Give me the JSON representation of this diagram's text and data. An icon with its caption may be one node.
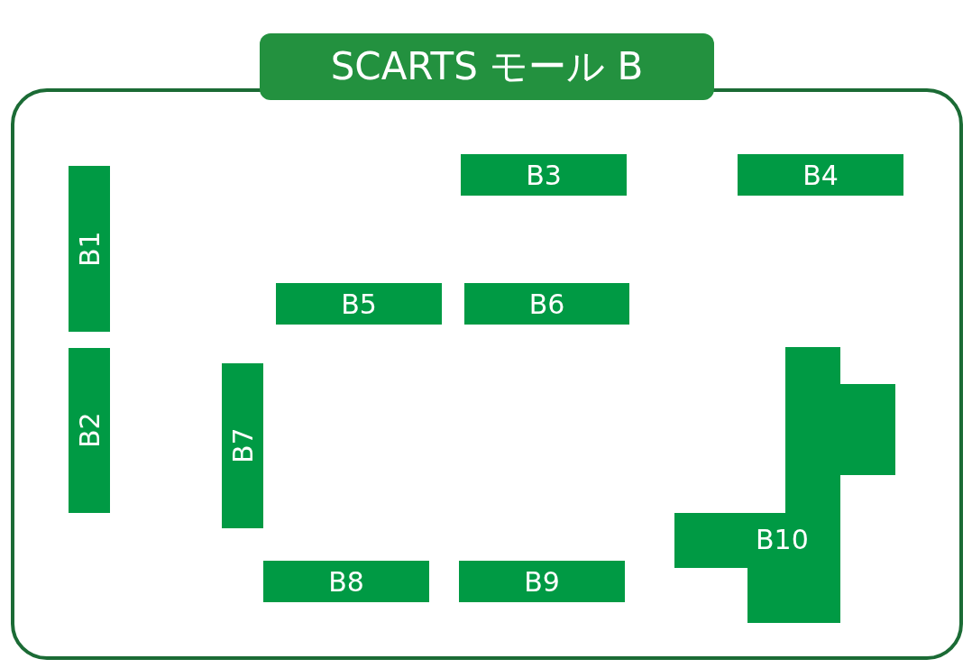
{
  "diagram": {
    "nodes": [
      {
        "text": [
          "SCARTS モール B"
        ]
      },
      {
        "text": [
          "B1"
        ],
        "in": 0
      },
      {
        "text": [
          "B2"
        ],
        "in": 0
      },
      {
        "text": [
          "B3"
        ],
        "in": 0
      },
      {
        "text": [
          "B4"
        ],
        "in": 0
      },
      {
        "text": [
          "B5"
        ],
        "in": 0
      },
      {
        "text": [
          "B6"
        ],
        "in": 0
      },
      {
        "text": [
          "B7"
        ],
        "in": 0
      },
      {
        "text": [
          "B8"
        ],
        "in": 0
      },
      {
        "text": [
          "B9"
        ],
        "in": 0
      },
      {
        "text": [
          "B10"
        ],
        "in": 0
      }
    ],
    "edges": []
  }
}
